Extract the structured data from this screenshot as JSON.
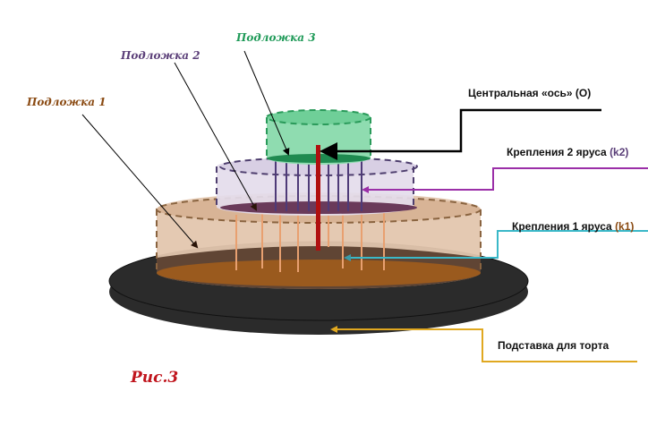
{
  "figure": {
    "caption": "Рис.3",
    "caption_color": "#c0141c"
  },
  "labels": {
    "board1": {
      "text": "Подложка 1",
      "color": "#8a4a12"
    },
    "board2": {
      "text": "Подложка 2",
      "color": "#5a3e78"
    },
    "board3": {
      "text": "Подложка 3",
      "color": "#1f9a58"
    },
    "axis": {
      "text": "Центральная «ось» (O)",
      "line_color": "#000000"
    },
    "tier2": {
      "prefix": "Крепления 2 яруса ",
      "code": "(k2)",
      "code_color": "#5a3e78",
      "line_color": "#9b2fa8"
    },
    "tier1": {
      "prefix": "Крепления 1 яруса ",
      "code": "(k1)",
      "code_color": "#8a4a12",
      "line_color": "#3ab8c8"
    },
    "stand": {
      "text": "Подставка  для торта",
      "line_color": "#e0a820"
    }
  },
  "colors": {
    "stand": "#2b2b2b",
    "tier1_body": "#e3c6ae",
    "tier1_outline": "#8a6440",
    "board1": "#9a5a1e",
    "tier2_body": "#e4dcec",
    "tier2_outline": "#4e3e6e",
    "board2": "#6a3a5a",
    "tier3_body": "#8fdcb0",
    "tier3_outline": "#2a9a5a",
    "board3": "#1f8a50",
    "axis_rod": "#b01010",
    "k1_supports": "#e8a070",
    "k2_supports": "#4e3a78"
  }
}
